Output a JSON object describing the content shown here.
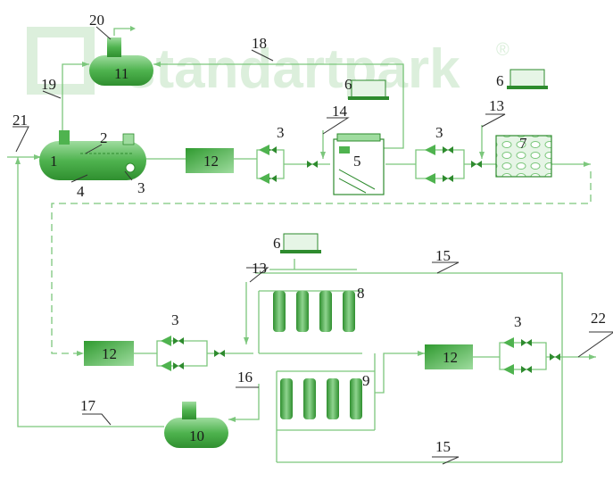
{
  "watermark": {
    "text": "standartpark",
    "registered": "®"
  },
  "labels": {
    "n1": "1",
    "n2": "2",
    "n3a": "3",
    "n4": "4",
    "n5": "5",
    "n6a": "6",
    "n6b": "6",
    "n6c": "6",
    "n7": "7",
    "n8": "8",
    "n9": "9",
    "n10": "10",
    "n11": "11",
    "n12a": "12",
    "n12b": "12",
    "n12c": "12",
    "n3b": "3",
    "n3c": "3",
    "n3d": "3",
    "n3e": "3",
    "n13a": "13",
    "n13b": "13",
    "n14": "14",
    "n15a": "15",
    "n15b": "15",
    "n16": "16",
    "n17": "17",
    "n18": "18",
    "n19": "19",
    "n20": "20",
    "n21": "21",
    "n22": "22"
  },
  "colors": {
    "equipment": "#5cb85c",
    "equipment_dark": "#2e8b2e",
    "pipe": "#7cc77c",
    "watermark": "#dcefdc"
  }
}
